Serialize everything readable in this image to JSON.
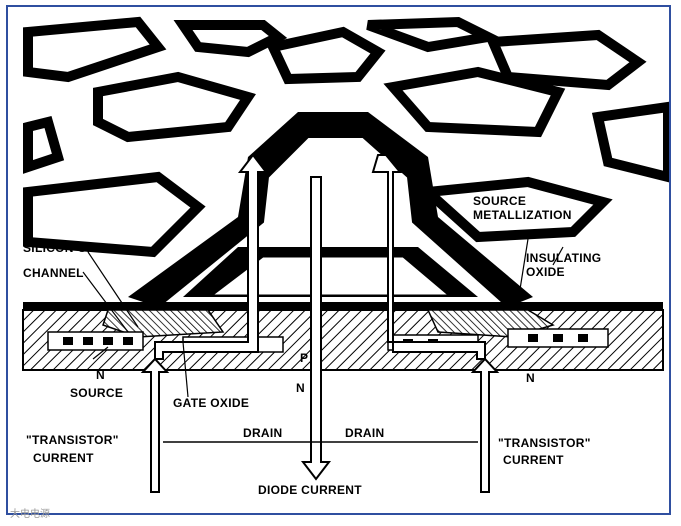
{
  "labels": {
    "source_metallization_1": "SOURCE",
    "source_metallization_2": "METALLIZATION",
    "insulating_oxide_1": "INSULATING",
    "insulating_oxide_2": "OXIDE",
    "silicon_gate": "SILICON GATE",
    "channel": "CHANNEL",
    "n_source_1": "N",
    "n_source_2": "SOURCE",
    "gate_oxide": "GATE OXIDE",
    "p_region": "P",
    "n_region": "N",
    "n_right": "N",
    "drain_left": "DRAIN",
    "drain_right": "DRAIN",
    "transistor_current_left_1": "\"TRANSISTOR\"",
    "transistor_current_left_2": "CURRENT",
    "transistor_current_right_1": "\"TRANSISTOR\"",
    "transistor_current_right_2": "CURRENT",
    "diode_current": "DIODE CURRENT"
  },
  "watermark": "大电电源",
  "colors": {
    "frame": "#2f4fa0",
    "ink": "#000000",
    "paper": "#ffffff"
  }
}
